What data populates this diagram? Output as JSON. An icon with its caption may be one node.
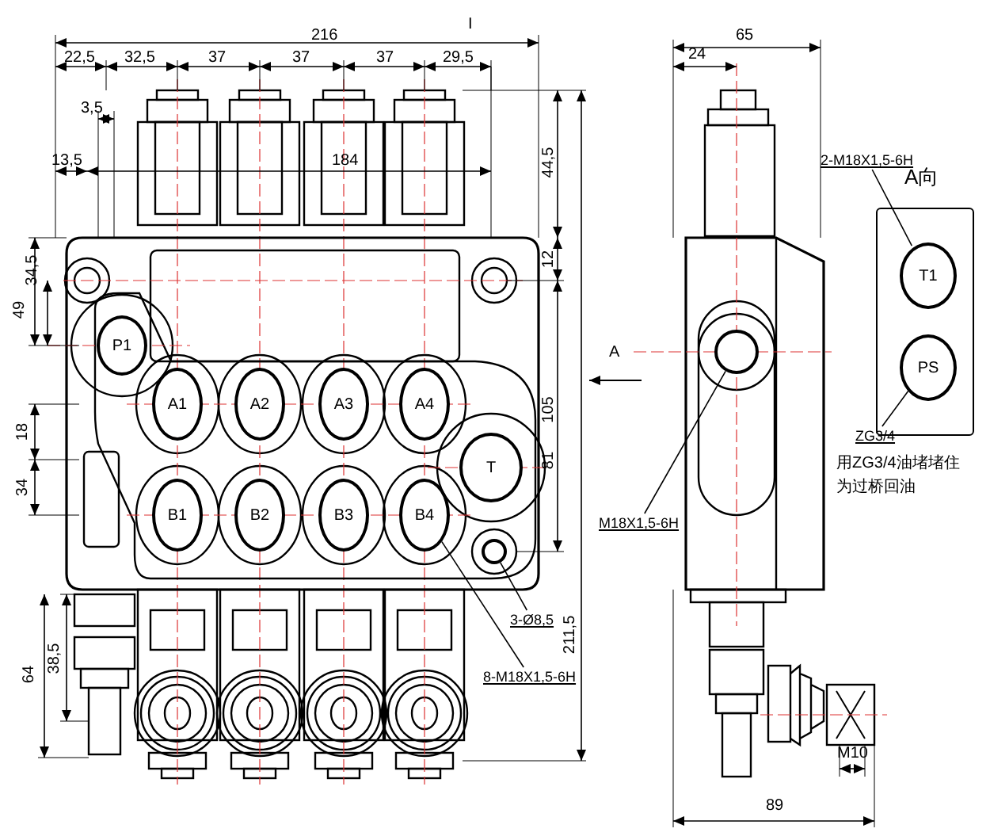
{
  "diagram": {
    "nodes": [
      {
        "text": [
          "P1"
        ]
      },
      {
        "text": [
          "A1"
        ]
      },
      {
        "text": [
          "A2"
        ]
      },
      {
        "text": [
          "A3"
        ]
      },
      {
        "text": [
          "A4"
        ]
      },
      {
        "text": [
          "B1"
        ]
      },
      {
        "text": [
          "B2"
        ]
      },
      {
        "text": [
          "B3"
        ]
      },
      {
        "text": [
          "B4"
        ]
      },
      {
        "text": [
          "T"
        ]
      },
      {
        "text": [],
        "shape": "circle"
      },
      {
        "text": [
          "3-Ø8,5"
        ]
      },
      {
        "text": [
          "8-M18X1,5-6H"
        ]
      },
      {
        "text": [],
        "shape": "circle"
      },
      {
        "text": [
          "M18X1,5-6H"
        ]
      },
      {
        "text": [
          "A向"
        ]
      },
      {
        "text": [
          "T1"
        ],
        "in": 15
      },
      {
        "text": [
          "PS"
        ],
        "in": 15
      },
      {
        "text": [
          "2-M18X1,5-6H"
        ]
      },
      {
        "text": [
          "ZG3/4"
        ]
      }
    ],
    "edges": [
      {
        "from": 11,
        "to": 10,
        "arrow": "none"
      },
      {
        "from": 12,
        "to": 8,
        "arrow": "none"
      },
      {
        "from": 14,
        "to": 13,
        "arrow": "none"
      },
      {
        "from": 18,
        "to": 16,
        "arrow": "none"
      },
      {
        "from": 19,
        "to": 17,
        "arrow": "none"
      }
    ],
    "labels": [
      "I",
      "216",
      "22,5",
      "32,5",
      "37",
      "37",
      "37",
      "29,5",
      "3,5",
      "13,5",
      "184",
      "44,5",
      "12",
      "49",
      "34,5",
      "18",
      "34",
      "81",
      "105",
      "211,5",
      "A",
      "38,5",
      "64",
      "65",
      "24",
      "M10",
      "89",
      "用ZG3/4油堵堵住为过桥回油"
    ]
  }
}
